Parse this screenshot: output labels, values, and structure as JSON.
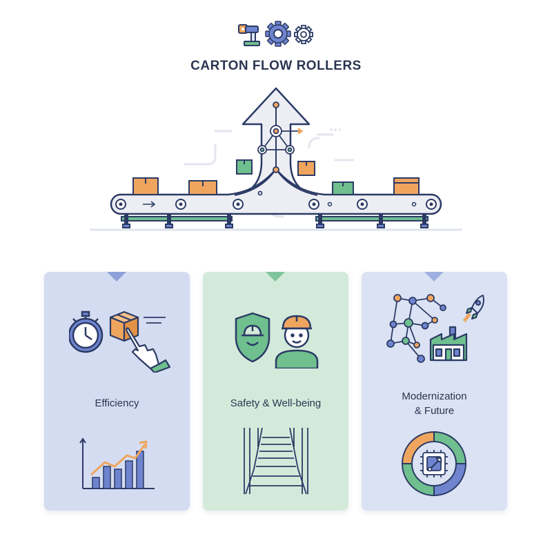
{
  "header": {
    "title": "CARTON FLOW ROLLERS",
    "icons": [
      "robot-arm-icon",
      "gear-icon",
      "gear-small-icon"
    ]
  },
  "hero": {
    "icons": [
      "merge-arrow-icon",
      "conveyor-icon",
      "carton-box-icon",
      "network-node-icon"
    ]
  },
  "cards": [
    {
      "label": "Efficiency",
      "icons": [
        "stopwatch-icon",
        "carton-box-icon",
        "pointing-hand-icon",
        "growth-bar-chart-icon"
      ],
      "accent": "#8ea0d9"
    },
    {
      "label": "Safety & Well-being",
      "icons": [
        "shield-hardhat-icon",
        "worker-icon",
        "roller-track-icon"
      ],
      "accent": "#7fc49b"
    },
    {
      "label_line1": "Modernization",
      "label_line2": "& Future",
      "icons": [
        "network-icon",
        "rocket-icon",
        "factory-icon",
        "cycle-chip-wrench-icon"
      ],
      "accent": "#9fb0e0"
    }
  ],
  "colors": {
    "navy": "#2b3a64",
    "orange": "#f0a55e",
    "green": "#6fbf8f",
    "blue": "#6f84cf",
    "grey": "#e8eaf0"
  }
}
